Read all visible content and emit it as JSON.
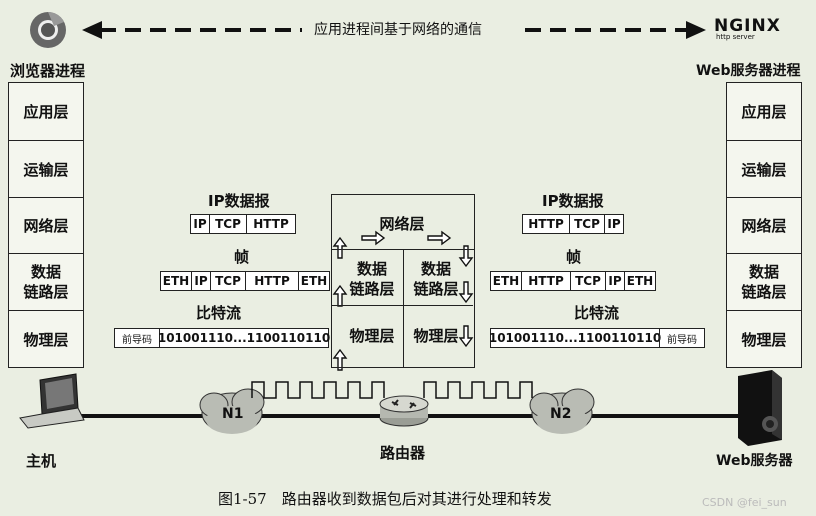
{
  "top_message": "应用进程间基于网络的通信",
  "left": {
    "process_label": "浏览器进程",
    "layers": [
      "应用层",
      "运输层",
      "网络层",
      "数据\n链路层",
      "物理层"
    ],
    "host_label": "主机"
  },
  "right": {
    "process_label": "Web服务器进程",
    "layers": [
      "应用层",
      "运输层",
      "网络层",
      "数据\n链路层",
      "物理层"
    ],
    "server_label": "Web服务器"
  },
  "nginx": {
    "name": "NGINX",
    "subtitle": "http server"
  },
  "left_packets": {
    "ip_title": "IP数据报",
    "ip_cells": [
      "IP",
      "TCP",
      "HTTP"
    ],
    "frame_title": "帧",
    "frame_cells": [
      "ETH",
      "IP",
      "TCP",
      "HTTP",
      "ETH"
    ],
    "bits_title": "比特流",
    "bits_cells": [
      "前导码",
      "101001110...1100110110"
    ]
  },
  "right_packets": {
    "ip_title": "IP数据报",
    "ip_cells": [
      "HTTP",
      "TCP",
      "IP"
    ],
    "frame_title": "帧",
    "frame_cells": [
      "ETH",
      "HTTP",
      "TCP",
      "IP",
      "ETH"
    ],
    "bits_title": "比特流",
    "bits_cells": [
      "101001110...1100110110",
      "前导码"
    ]
  },
  "router": {
    "network_layer": "网络层",
    "left_datalink": "数据\n链路层",
    "right_datalink": "数据\n链路层",
    "left_physical": "物理层",
    "right_physical": "物理层",
    "label": "路由器"
  },
  "clouds": [
    "N1",
    "N2"
  ],
  "caption": "图1-57　路由器收到数据包后对其进行处理和转发",
  "watermark": "CSDN @fei_sun"
}
